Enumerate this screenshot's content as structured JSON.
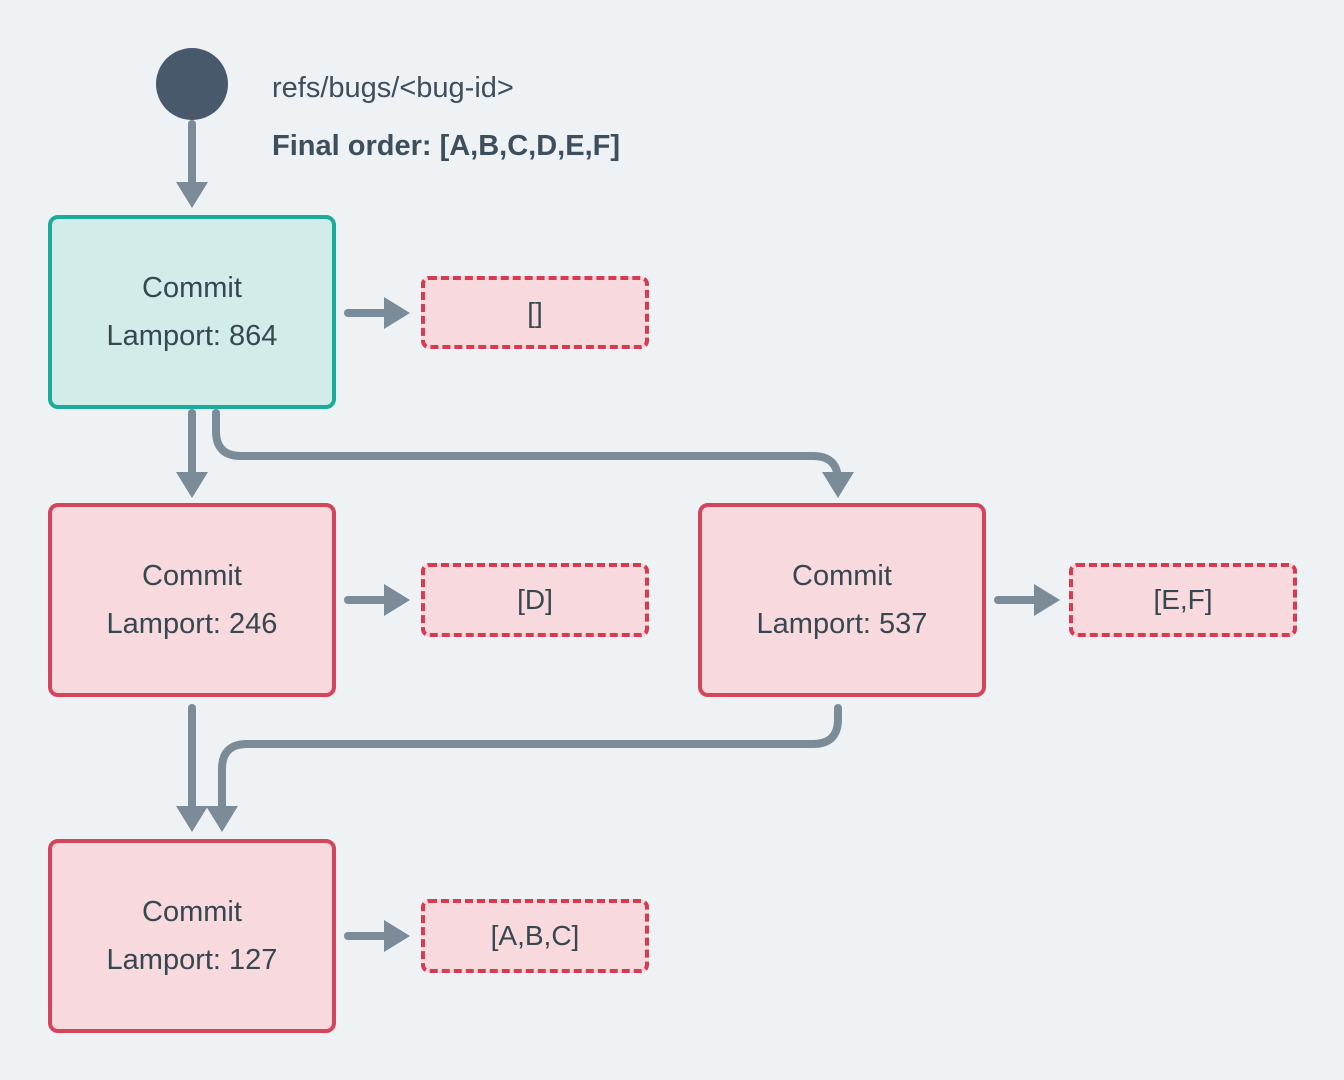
{
  "header": {
    "ref_label": "refs/bugs/<bug-id>",
    "final_order_label": "Final order: [A,B,C,D,E,F]"
  },
  "nodes": [
    {
      "id": "commit-864",
      "title": "Commit",
      "lamport": "Lamport: 864",
      "bucket": "[]",
      "role": "head"
    },
    {
      "id": "commit-246",
      "title": "Commit",
      "lamport": "Lamport: 246",
      "bucket": "[D]",
      "role": "middle"
    },
    {
      "id": "commit-537",
      "title": "Commit",
      "lamport": "Lamport: 537",
      "bucket": "[E,F]",
      "role": "middle"
    },
    {
      "id": "commit-127",
      "title": "Commit",
      "lamport": "Lamport: 127",
      "bucket": "[A,B,C]",
      "role": "root"
    }
  ],
  "colors": {
    "background": "#eef2f5",
    "text": "#37474f",
    "ref_circle": "#47596a",
    "arrow": "#7b8b98",
    "head_border": "#1aab9b",
    "head_fill": "#d2ecea",
    "commit_border": "#d4455c",
    "bucket_border": "#d63b52",
    "pink_fill": "#f8d9de"
  }
}
